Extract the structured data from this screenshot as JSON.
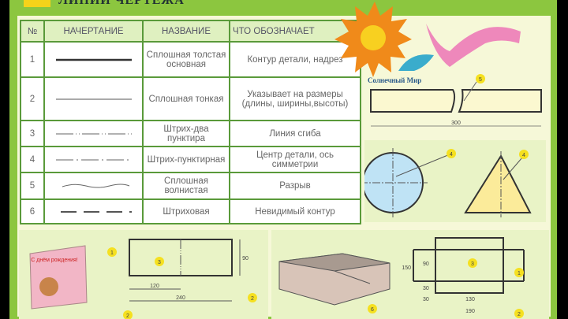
{
  "poster": {
    "title": "ЛИНИИ ЧЕРТЕЖА",
    "logo_text": "Солнечный Мир"
  },
  "table": {
    "headers": [
      "№",
      "НАЧЕРТАНИЕ",
      "НАЗВАНИЕ",
      "ЧТО ОБОЗНАЧАЕТ"
    ],
    "rows": [
      {
        "num": "1",
        "name": "Сплошная толстая основная",
        "meaning": "Контур детали, надрез",
        "style": "thick"
      },
      {
        "num": "2",
        "name": "Сплошная тонкая",
        "meaning": "Указывает на размеры (длины, ширины,высоты)",
        "style": "thin"
      },
      {
        "num": "3",
        "name": "Штрих-два пунктира",
        "meaning": "Линия сгиба",
        "style": "dash-dot-dot"
      },
      {
        "num": "4",
        "name": "Штрих-пунктирная",
        "meaning": "Центр детали, ось симметрии",
        "style": "dash-dot"
      },
      {
        "num": "5",
        "name": "Сплошная волнистая",
        "meaning": "Разрыв",
        "style": "wavy"
      },
      {
        "num": "6",
        "name": "Штриховая",
        "meaning": "Невидимый контур",
        "style": "dashed"
      }
    ]
  },
  "diagrams": {
    "break": {
      "callout": "5",
      "dim": "300"
    },
    "circle": {
      "callout": "4"
    },
    "triangle": {
      "callout": "4"
    },
    "card": {
      "callouts": [
        "1",
        "3",
        "2",
        "2"
      ],
      "dims": [
        "120",
        "240",
        "90"
      ],
      "card_text": "С днём рождения!"
    },
    "box": {
      "callout": "6"
    },
    "net": {
      "callouts": [
        "3",
        "1",
        "2"
      ],
      "dims": [
        "150",
        "90",
        "30",
        "30",
        "130",
        "190"
      ]
    }
  }
}
